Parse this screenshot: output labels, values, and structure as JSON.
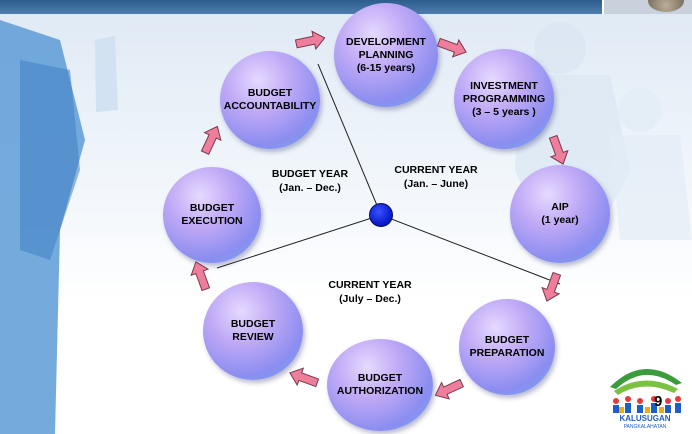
{
  "diagram": {
    "stages": [
      {
        "id": "development-planning",
        "label": "DEVELOPMENT\nPLANNING\n(6-15 years)"
      },
      {
        "id": "investment-programming",
        "label": "INVESTMENT\nPROGRAMMING\n(3 – 5 years )"
      },
      {
        "id": "aip",
        "label": "AIP\n(1 year)"
      },
      {
        "id": "budget-preparation",
        "label": "BUDGET\nPREPARATION"
      },
      {
        "id": "budget-authorization",
        "label": "BUDGET\nAUTHORIZATION"
      },
      {
        "id": "budget-review",
        "label": "BUDGET REVIEW"
      },
      {
        "id": "budget-execution",
        "label": "BUDGET\nEXECUTION"
      },
      {
        "id": "budget-accountability",
        "label": "BUDGET\nACCOUNTABILITY"
      }
    ],
    "periods": {
      "budget_year": "BUDGET YEAR\n(Jan. – Dec.)",
      "current_year_first_half": "CURRENT YEAR\n(Jan. – June)",
      "current_year_second_half": "CURRENT YEAR\n(July – Dec.)"
    }
  },
  "footer": {
    "page_number": "9",
    "logo_text": "KALUSUGAN PANGKALAHATAN"
  },
  "colors": {
    "node_light": "#e6d9ff",
    "node_mid": "#8b8df0",
    "node_edge": "#67b3ea",
    "arrow": "#ef7e9c",
    "hub": "#0b1fcf",
    "header": "#2d5d8c"
  }
}
